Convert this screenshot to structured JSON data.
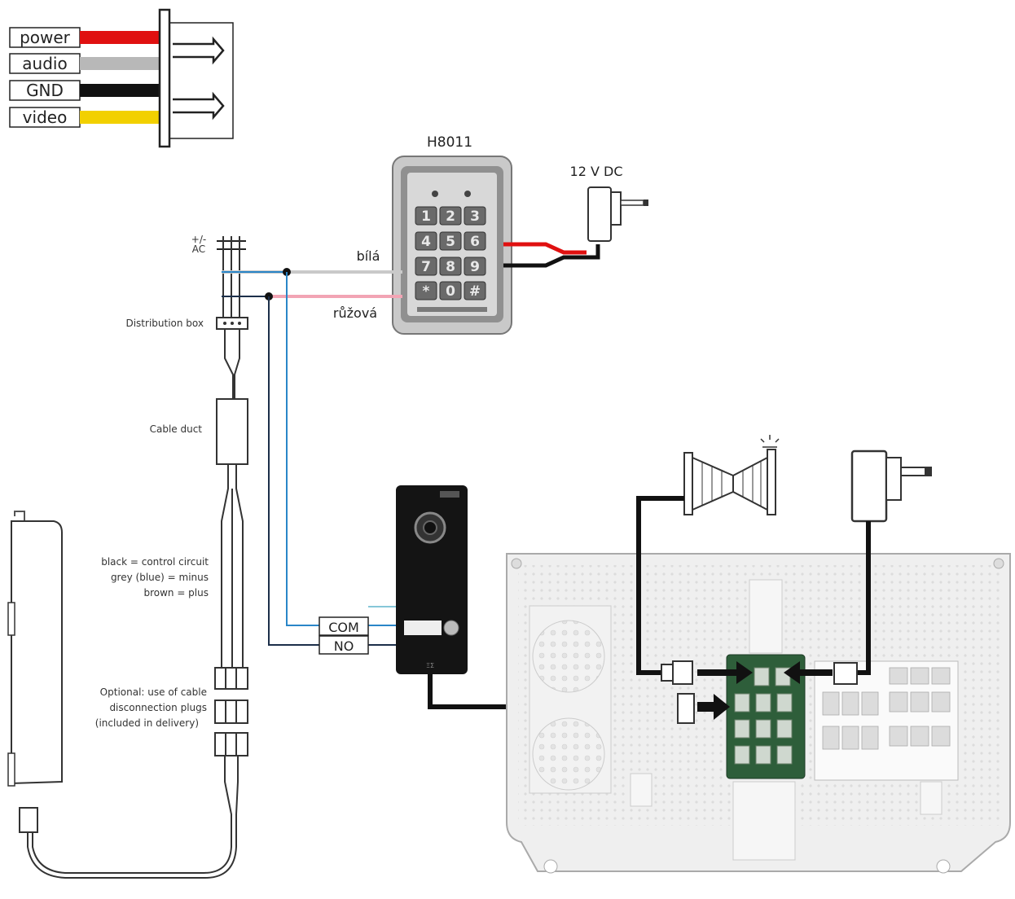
{
  "legend": {
    "wires": [
      {
        "label": "power",
        "color": "#e01010"
      },
      {
        "label": "audio",
        "color": "#b8b8b8"
      },
      {
        "label": "GND",
        "color": "#111111"
      },
      {
        "label": "video",
        "color": "#f2d000"
      }
    ]
  },
  "keypad": {
    "model": "H8011",
    "keys": [
      "1",
      "2",
      "3",
      "4",
      "5",
      "6",
      "7",
      "8",
      "9",
      "*",
      "0",
      "#"
    ]
  },
  "power_supply": {
    "label": "12 V DC"
  },
  "wire_labels": {
    "white": "bílá",
    "pink": "růžová"
  },
  "mains": {
    "label": "+/-\nAC"
  },
  "cable_notes": {
    "distribution_box": "Distribution box",
    "cable_duct": "Cable duct",
    "legend_black": "black = control circuit",
    "legend_grey": "grey (blue) = minus",
    "legend_brown": "brown = plus",
    "optional_1": "Optional: use of cable",
    "optional_2": "disconnection plugs",
    "optional_3": "(included in delivery)"
  },
  "door_station": {
    "com_label": "COM",
    "no_label": "NO"
  },
  "colors": {
    "blue_wire": "#2a86c8",
    "dark_blue_wire": "#1c2f4a",
    "white_wire": "#c9c9c9",
    "pink_wire": "#f2a4b4",
    "pcb": "#2e5e3a",
    "monitor": "#efefef"
  }
}
